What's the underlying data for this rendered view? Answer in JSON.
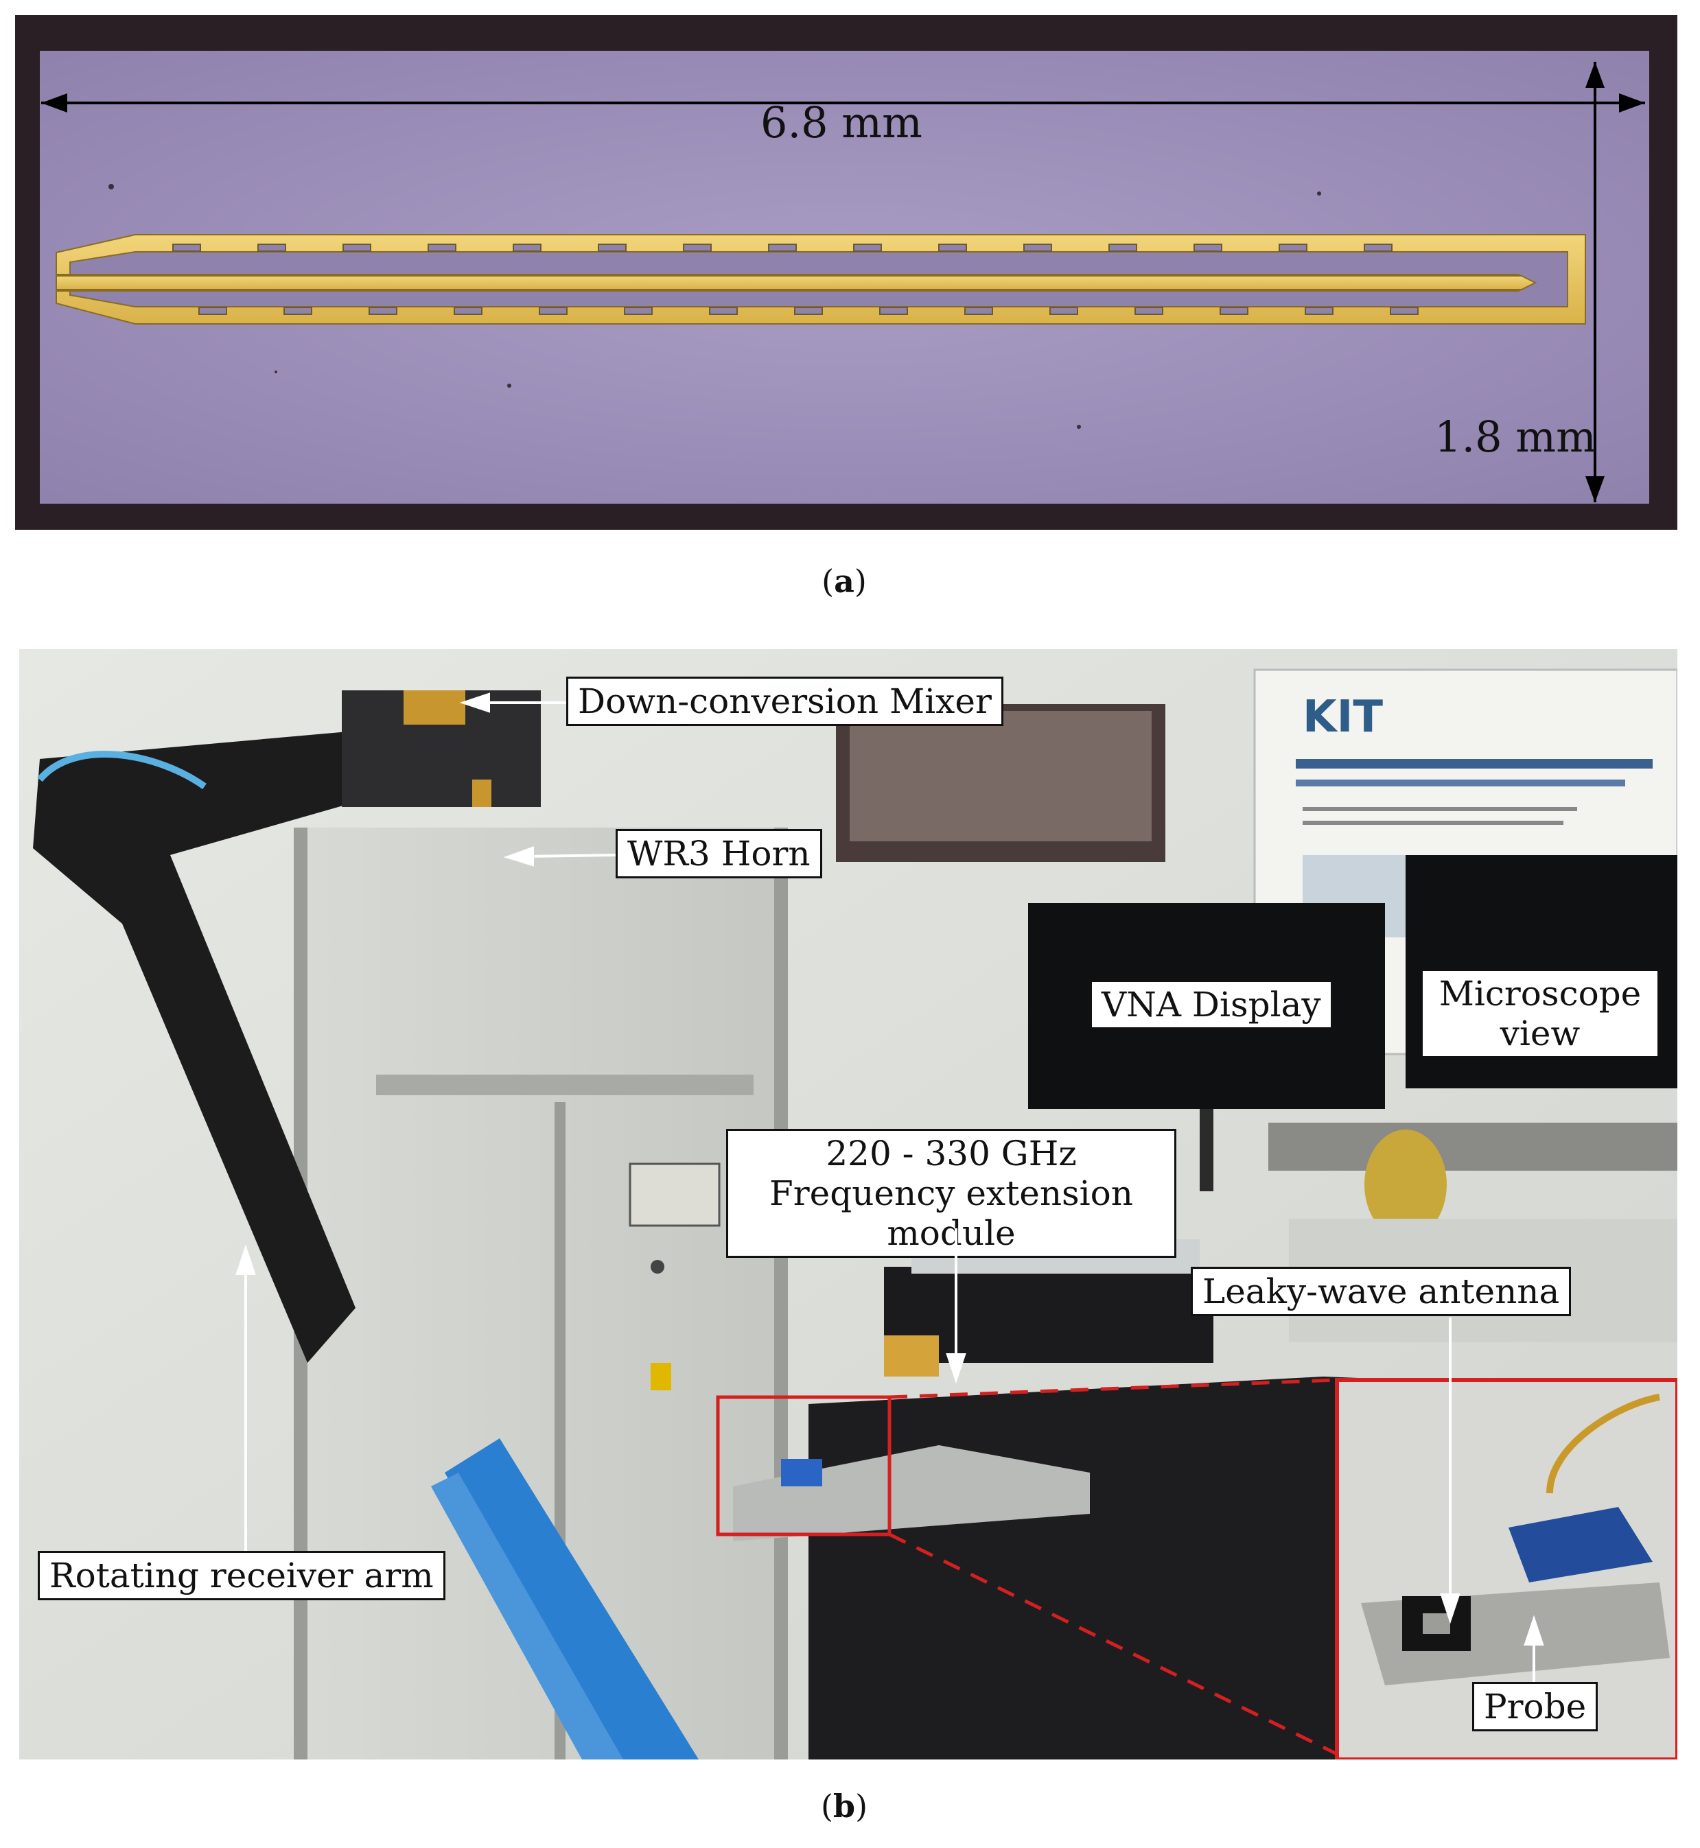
{
  "panel_a": {
    "width_label": "6.8 mm",
    "height_label": "1.8 mm",
    "caption_letter": "a"
  },
  "panel_b": {
    "caption_letter": "b",
    "labels": {
      "mixer": "Down-conversion Mixer",
      "horn": "WR3 Horn",
      "vna": "VNA Display",
      "microscope": "Microscope view",
      "extension": "220 - 330 GHz Frequency extension module",
      "leaky_wave": "Leaky-wave antenna",
      "arm": "Rotating receiver arm",
      "probe": "Probe"
    },
    "poster_logo": "KIT",
    "colors": {
      "inset_border": "#d42020",
      "absorber": "#2a7fd0",
      "foam": "#1c1c1c"
    }
  }
}
